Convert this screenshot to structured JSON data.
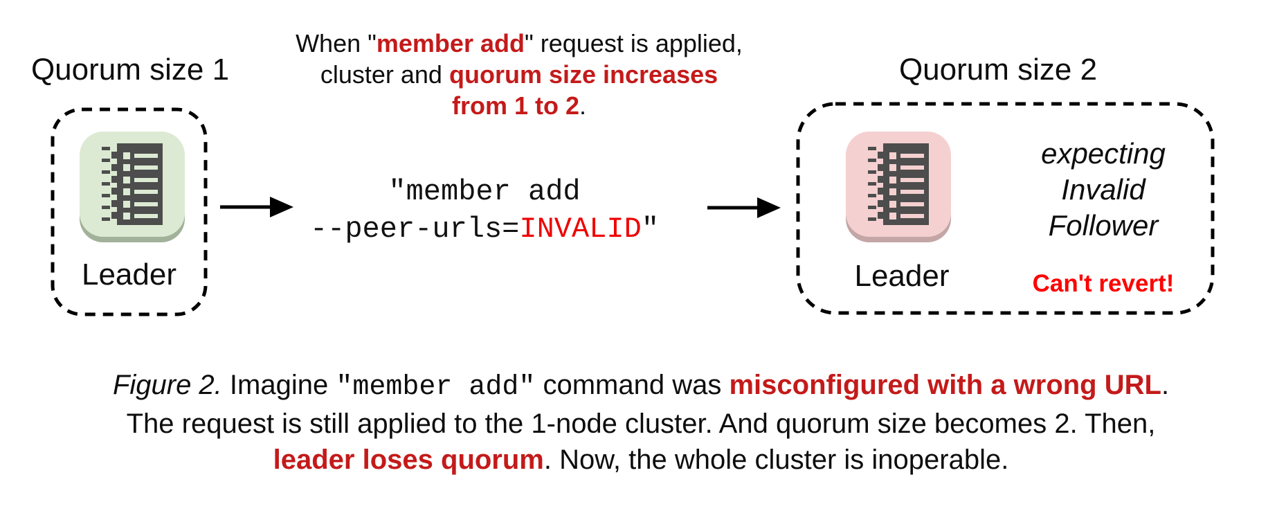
{
  "figure": {
    "left_cluster": {
      "title": "Quorum size 1",
      "node_label": "Leader"
    },
    "right_cluster": {
      "title": "Quorum size 2",
      "node_label": "Leader",
      "status": [
        "expecting",
        "Invalid",
        "Follower"
      ],
      "warning": "Can't revert!"
    },
    "note": {
      "line1_pre": "When \"",
      "line1_em": "member add",
      "line1_post": "\" request is applied,",
      "line2_pre": "cluster and ",
      "line2_em": "quorum size increases",
      "line3_em": "from 1 to 2",
      "line3_post": "."
    },
    "command": {
      "line1": "\"member add",
      "line2_pre": "--peer-urls=",
      "line2_em": "INVALID",
      "line2_post": "\""
    },
    "caption": {
      "line1_fig": "Figure 2.",
      "line1_a": " Imagine ",
      "line1_code": "\"member add\"",
      "line1_b": " command was ",
      "line1_em": "misconfigured with a wrong URL",
      "line1_c": ".",
      "line2": "The request is still applied to the 1-node cluster. And quorum size becomes 2. Then,",
      "line3_em": "leader loses quorum",
      "line3_post": ". Now, the whole cluster is inoperable."
    }
  },
  "colors": {
    "emphasis_dark_red": "#c41a1a",
    "warning_bright_red": "#ff0000",
    "invalid_red": "#ee0000",
    "node_green": "#dcead3",
    "node_green_rim": "#a2b199",
    "node_pink": "#f5d0d0",
    "node_pink_rim": "#c4a6a7",
    "icon_gray": "#4d4d4d",
    "boundary_black": "#000000"
  },
  "icons": {
    "node_icon": "list-icon",
    "arrow_icon": "arrow-right-icon"
  }
}
